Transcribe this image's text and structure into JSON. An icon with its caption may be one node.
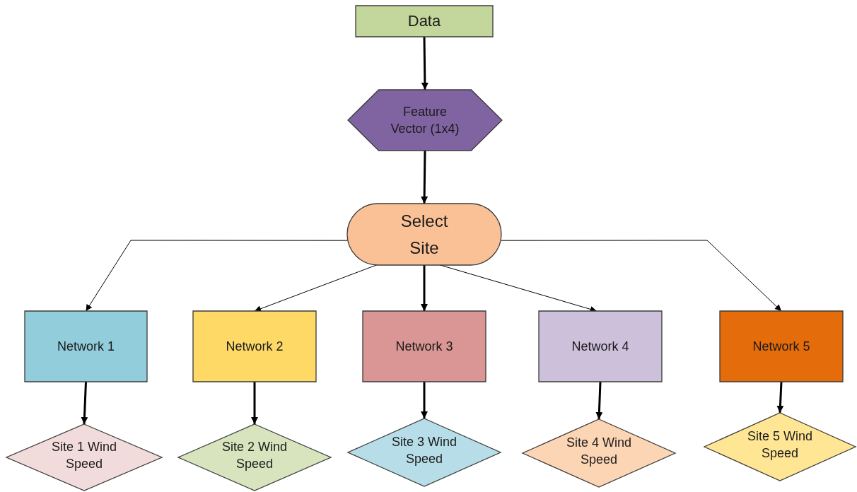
{
  "diagram": {
    "nodes": [
      {
        "text": [
          "Data"
        ]
      },
      {
        "text": [
          "Feature Vector (1x4)"
        ]
      },
      {
        "text": [
          "Select Site"
        ]
      },
      {
        "text": [
          "Network 1"
        ]
      },
      {
        "text": [
          "Network 2"
        ]
      },
      {
        "text": [
          "Network 3"
        ]
      },
      {
        "text": [
          "Network 4"
        ]
      },
      {
        "text": [
          "Network 5"
        ]
      },
      {
        "text": [
          "Site 1 Wind Speed"
        ]
      },
      {
        "text": [
          "Site 2 Wind Speed"
        ]
      },
      {
        "text": [
          "Site 3 Wind Speed"
        ]
      },
      {
        "text": [
          "Site 4 Wind Speed"
        ]
      },
      {
        "text": [
          "Site 5 Wind Speed"
        ]
      }
    ],
    "edges": [
      {
        "from": 0,
        "to": 1,
        "arrow": "to"
      },
      {
        "from": 1,
        "to": 2,
        "arrow": "to"
      },
      {
        "from": 2,
        "to": 3,
        "arrow": "to"
      },
      {
        "from": 2,
        "to": 4,
        "arrow": "to"
      },
      {
        "from": 2,
        "to": 5,
        "arrow": "to"
      },
      {
        "from": 2,
        "to": 6,
        "arrow": "to"
      },
      {
        "from": 2,
        "to": 7,
        "arrow": "to"
      },
      {
        "from": 3,
        "to": 8,
        "arrow": "to"
      },
      {
        "from": 4,
        "to": 9,
        "arrow": "to"
      },
      {
        "from": 5,
        "to": 10,
        "arrow": "to"
      },
      {
        "from": 6,
        "to": 11,
        "arrow": "to"
      },
      {
        "from": 7,
        "to": 12,
        "arrow": "to"
      }
    ]
  }
}
